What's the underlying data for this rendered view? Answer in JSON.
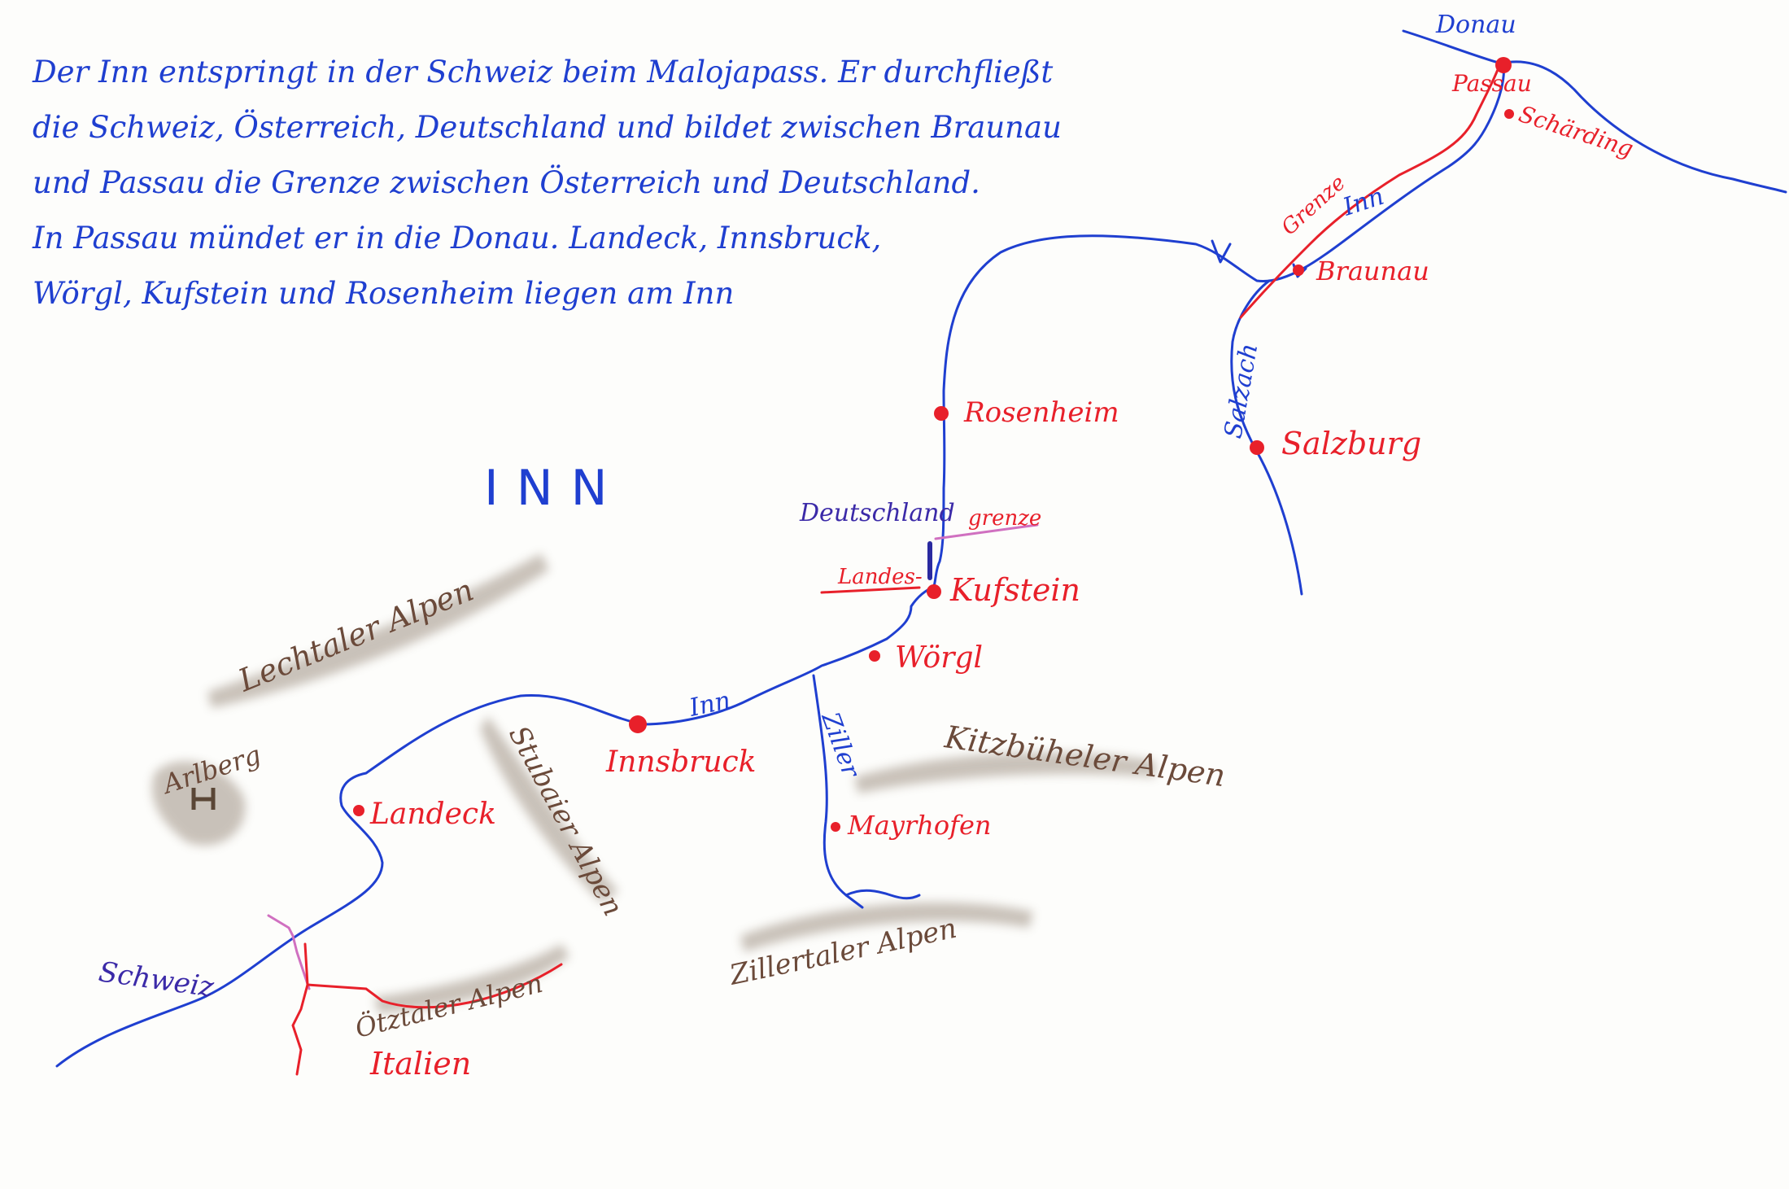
{
  "intro_lines": [
    "Der Inn entspringt in der Schweiz beim Malojapass. Er durchfließt",
    "die Schweiz, Österreich, Deutschland und bildet zwischen Braunau",
    "und Passau die Grenze zwischen Österreich und Deutschland.",
    "In Passau mündet er in die Donau. Landeck, Innsbruck,",
    "Wörgl, Kufstein und Rosenheim liegen am Inn"
  ],
  "title": "INN",
  "rivers": {
    "donau": "Donau",
    "inn_upper": "Inn",
    "inn_lower": "Inn",
    "salzach": "Salzach",
    "ziller": "Ziller"
  },
  "cities": {
    "passau": "Passau",
    "schaerding": "Schärding",
    "braunau": "Braunau",
    "salzburg": "Salzburg",
    "rosenheim": "Rosenheim",
    "kufstein": "Kufstein",
    "woergl": "Wörgl",
    "innsbruck": "Innsbruck",
    "landeck": "Landeck",
    "mayrhofen": "Mayrhofen"
  },
  "countries": {
    "schweiz": "Schweiz",
    "italien": "Italien",
    "deutschland": "Deutschland"
  },
  "border_labels": {
    "landes": "Landes-",
    "grenze_kufstein": "grenze",
    "grenze_inn": "Grenze"
  },
  "mountains": {
    "lechtaler": "Lechtaler Alpen",
    "arlberg": "Arlberg",
    "stubaier": "Stubaier Alpen",
    "kitzbueheler": "Kitzbüheler Alpen",
    "zillertaler": "Zillertaler Alpen",
    "oetztaler": "Ötztaler Alpen"
  },
  "colors": {
    "river": "#1f3fd0",
    "city": "#e8202a",
    "mountain": "#6b4a3a",
    "border": "#e8202a",
    "country": "#3b2aa8"
  }
}
